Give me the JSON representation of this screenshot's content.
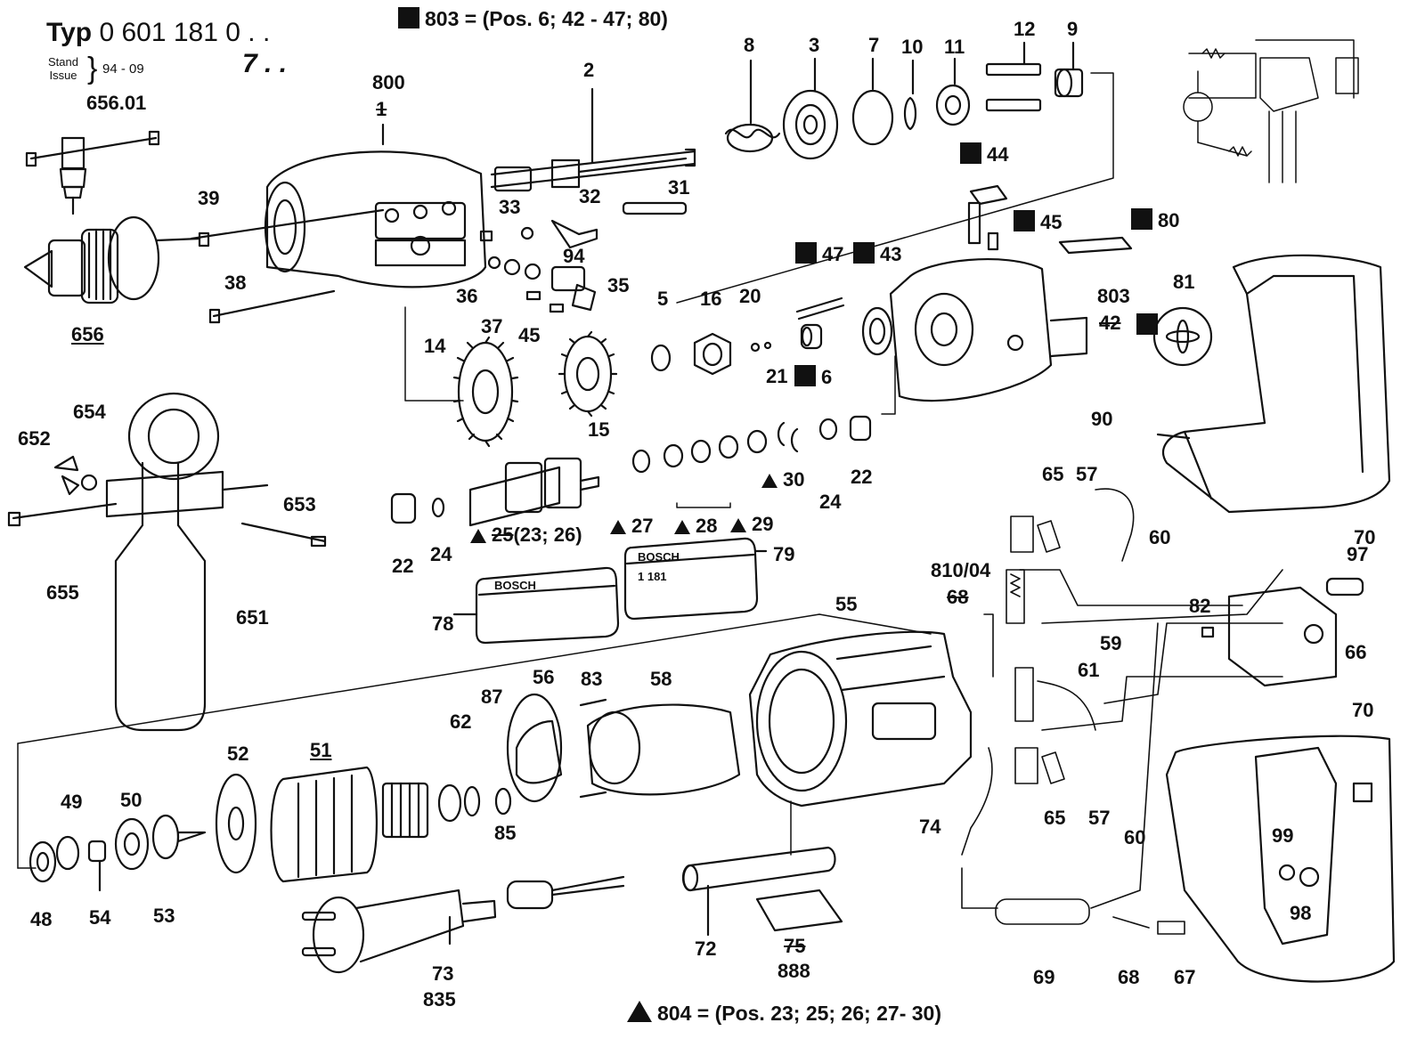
{
  "header": {
    "typ_label": "Typ",
    "typ_code": "0 601 181 0 . .",
    "typ_code_alt": "7 . .",
    "stand_label": "Stand",
    "issue_label": "Issue",
    "stand_value": "94 - 09"
  },
  "notes": {
    "top_note": "803 = (Pos. 6; 42 - 47; 80)",
    "bottom_note": "804 = (Pos. 23; 25; 26; 27- 30)"
  },
  "plates": {
    "left_brand": "BOSCH",
    "right_brand": "BOSCH",
    "right_model": "1 181"
  },
  "labels": {
    "p656_01": "656.01",
    "p656": "656",
    "p39": "39",
    "p38": "38",
    "p800": "800",
    "p2": "2",
    "p8": "8",
    "p3": "3",
    "p7": "7",
    "p10": "10",
    "p11": "11",
    "p12": "12",
    "p9": "9",
    "p33": "33",
    "p32": "32",
    "p31": "31",
    "p94": "94",
    "p35": "35",
    "p36": "36",
    "p37": "37",
    "p45a": "45",
    "p44": "44",
    "p45b": "45",
    "p80": "80",
    "p47": "47",
    "p43": "43",
    "p803": "803",
    "p42": "42",
    "p81": "81",
    "p14": "14",
    "p15": "15",
    "p5": "5",
    "p16": "16",
    "p20": "20",
    "p21": "21",
    "p6": "6",
    "p90": "90",
    "p30": "30",
    "p24a": "24",
    "p22a": "22",
    "p22b": "22",
    "p24b": "24",
    "p25": "25",
    "p23_26": "(23; 26)",
    "p27": "27",
    "p28": "28",
    "p29": "29",
    "p65a": "65",
    "p57a": "57",
    "p60a": "60",
    "p70a": "70",
    "p97": "97",
    "p652": "652",
    "p654": "654",
    "p653": "653",
    "p655": "655",
    "p651": "651",
    "p79": "79",
    "p78": "78",
    "p55": "55",
    "p810": "810/04",
    "p68s": "68",
    "p59": "59",
    "p82": "82",
    "p66": "66",
    "p61": "61",
    "p70b": "70",
    "p56": "56",
    "p83": "83",
    "p58": "58",
    "p87": "87",
    "p62": "62",
    "p52": "52",
    "p51": "51",
    "p49": "49",
    "p50": "50",
    "p85": "85",
    "p74": "74",
    "p65b": "65",
    "p57b": "57",
    "p60b": "60",
    "p99": "99",
    "p98": "98",
    "p48": "48",
    "p54": "54",
    "p53": "53",
    "p72": "72",
    "p75": "75",
    "p888": "888",
    "p73": "73",
    "p835": "835",
    "p69": "69",
    "p68": "68",
    "p67": "67"
  }
}
